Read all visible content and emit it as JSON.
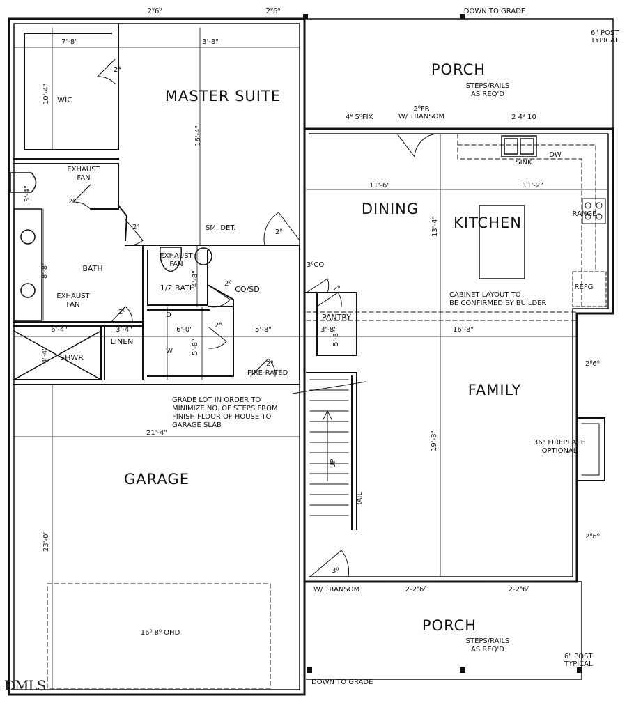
{
  "rooms": {
    "master_suite": "MASTER SUITE",
    "porch_top": "PORCH",
    "dining": "DINING",
    "kitchen": "KITCHEN",
    "family": "FAMILY",
    "garage": "GARAGE",
    "porch_bottom": "PORCH",
    "wic": "WIC",
    "bath": "BATH",
    "half_bath": "1/2 BATH",
    "co_sd": "CO/SD",
    "pantry": "PANTRY",
    "linen": "LINEN",
    "shwr": "SHWR"
  },
  "notes": {
    "down_to_grade_top": "DOWN TO GRADE",
    "down_to_grade_bottom": "DOWN TO GRADE",
    "post_top": "6\" POST\nTYPICAL",
    "post_bottom": "6\" POST\nTYPICAL",
    "steps_top": "STEPS/RAILS\nAS REQ'D",
    "steps_bottom": "STEPS/RAILS\nAS REQ'D",
    "exhaust_fan_1": "EXHAUST\nFAN",
    "exhaust_fan_2": "EXHAUST\nFAN",
    "exhaust_fan_3": "EXHAUST\nFAN",
    "sm_det": "SM. DET.",
    "sink": "SINK",
    "dw": "DW",
    "range": "RANGE",
    "refg": "REFG",
    "cabinet": "CABINET LAYOUT TO\nBE CONFIRMED BY BUILDER",
    "fireplace": "36\" FIREPLACE\nOPTIONAL",
    "grade_lot": "GRADE LOT IN ORDER TO\nMINIMIZE NO. OF STEPS FROM\nFINISH FLOOR OF HOUSE TO\nGARAGE SLAB",
    "fire_rated": "FIRE-RATED",
    "up": "UP",
    "rail": "RAIL",
    "ohd": "16⁰ 8⁰ OHD",
    "transom_top": "2⁸FR\nW/ TRANSOM",
    "transom_bottom": "W/ TRANSOM",
    "fix": "4⁸ 5⁰FIX",
    "d": "D",
    "w": "W",
    "mls_logo": "DMLS"
  },
  "windows": {
    "w1": "2⁸6⁰",
    "w2": "2⁸6⁰",
    "w3": "2 4³ 10",
    "w4": "2⁸6⁰",
    "w5": "2⁸6⁰",
    "w6": "2-2⁸6⁰",
    "w7": "2-2⁸6⁰"
  },
  "doors": {
    "d1": "2⁴",
    "d2": "2⁴",
    "d3": "2⁴",
    "d4": "2⁸",
    "d5": "2⁰",
    "d6": "2⁰",
    "d7": "2⁸",
    "d8": "2⁰",
    "d9": "3⁰CO",
    "d10": "2⁸",
    "d11": "3⁰"
  },
  "dimensions": {
    "wic_w": "7'-8\"",
    "master_w": "3'-8\"",
    "wic_h": "10'-4\"",
    "master_h": "16'-4\"",
    "bath_h": "8'-8\"",
    "vanity": "3'-4\"",
    "half_bath_h": "4'-8\"",
    "dining_w": "11'-6\"",
    "kitchen_w": "11'-2\"",
    "kitchen_h": "13'-4\"",
    "shwr_w": "6'-4\"",
    "linen_w": "3'-4\"",
    "hall_w": "6'-0\"",
    "hall_h": "5'-8\"",
    "co_w": "5'-8\"",
    "pantry_w": "3'-8\"",
    "pantry_h": "5'-8\"",
    "family_w": "16'-8\"",
    "shwr_h": "4'-4\"",
    "garage_w": "21'-4\"",
    "garage_h": "23'-0\"",
    "family_h": "19'-8\""
  }
}
